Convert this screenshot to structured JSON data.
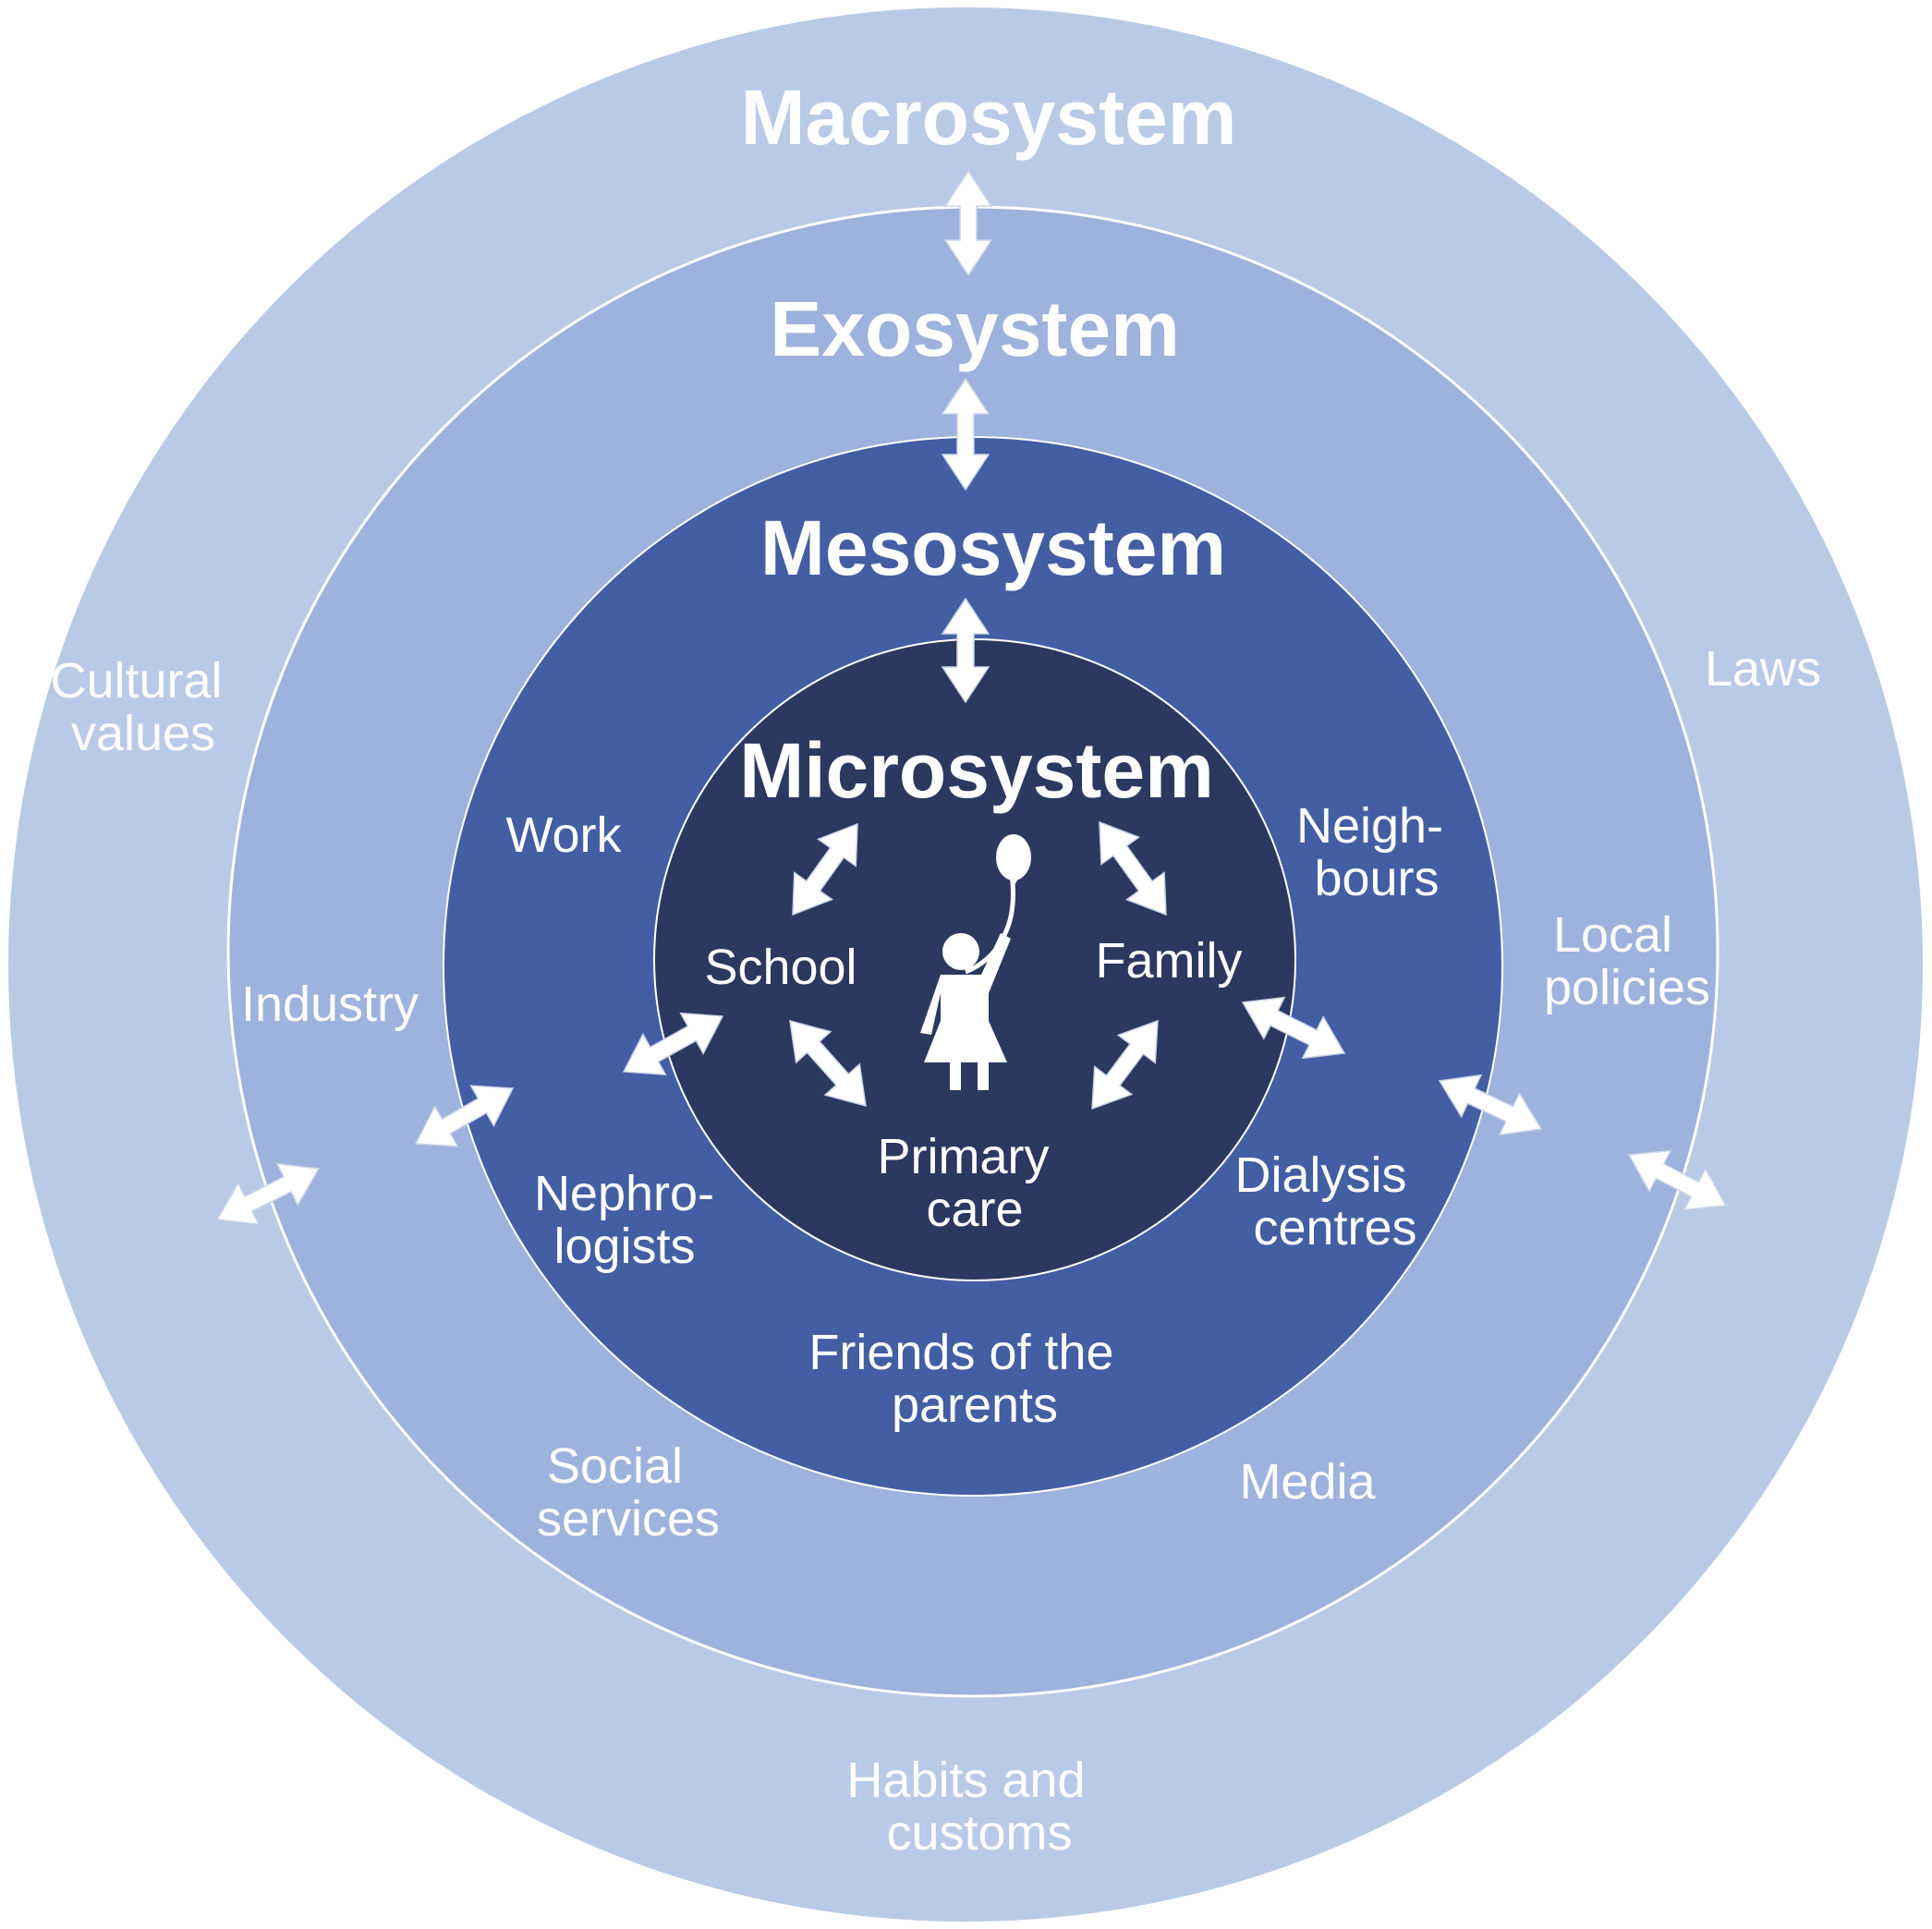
{
  "systems": {
    "macro": {
      "title": "Macrosystem",
      "items": {
        "cultural_values": [
          "Cultural",
          "values"
        ],
        "laws": [
          "Laws"
        ],
        "habits": [
          "Habits and",
          "customs"
        ]
      }
    },
    "exo": {
      "title": "Exosystem",
      "items": {
        "industry": [
          "Industry"
        ],
        "local_policies": [
          "Local",
          "policies"
        ],
        "social_services": [
          "Social",
          "services"
        ],
        "media": [
          "Media"
        ]
      }
    },
    "meso": {
      "title": "Mesosystem",
      "items": {
        "work": [
          "Work"
        ],
        "neighbours": [
          "Neigh-",
          "bours"
        ],
        "nephrologists": [
          "Nephro-",
          "logists"
        ],
        "dialysis": [
          "Dialysis",
          "centres"
        ],
        "friends": [
          "Friends of the",
          "parents"
        ]
      }
    },
    "micro": {
      "title": "Microsystem",
      "items": {
        "school": [
          "School"
        ],
        "family": [
          "Family"
        ],
        "primary_care": [
          "Primary",
          "care"
        ]
      }
    }
  },
  "colors": {
    "macro": "#b9cae7",
    "exo": "#9db2dc",
    "meso": "#435ea3",
    "micro": "#2b3961",
    "text": "#ffffff"
  },
  "icons": [
    "double-arrow-icon",
    "child-with-balloon-icon"
  ]
}
